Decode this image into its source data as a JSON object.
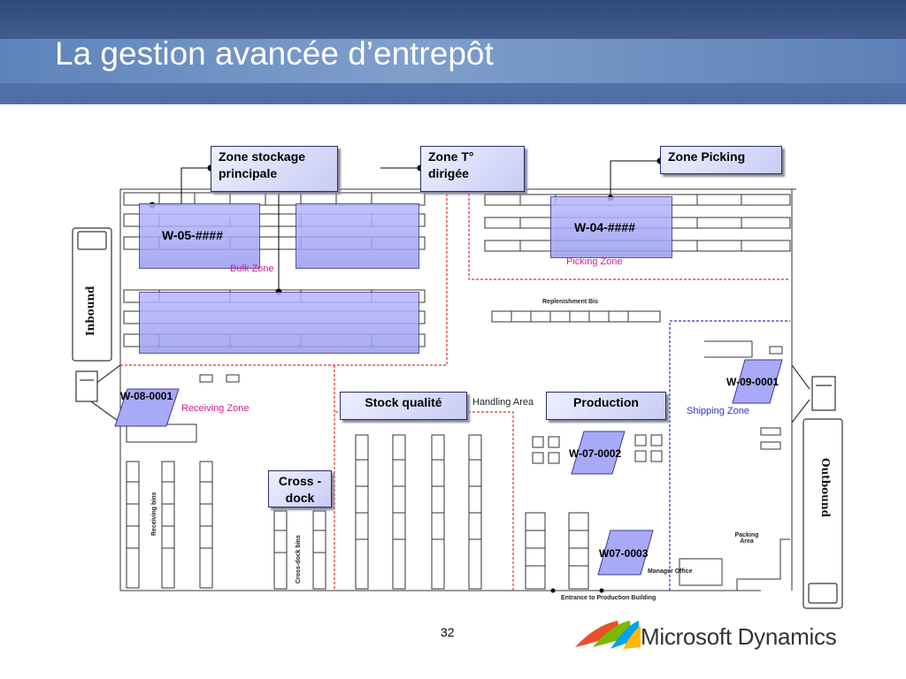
{
  "slide": {
    "title": "La gestion avancée d’entrepôt",
    "page_number": "32"
  },
  "callouts": {
    "zone_stockage": "Zone stockage principale",
    "zone_t": "Zone T° dirigée",
    "zone_picking": "Zone Picking",
    "stock_qualite": "Stock qualité",
    "production": "Production",
    "cross_dock": "Cross -dock"
  },
  "locations": {
    "w05": "W-05-####",
    "w04": "W-04-####",
    "w08": "W-08-0001",
    "w09": "W-09-0001",
    "w07_0002": "W-07-0002",
    "w07_0003": "W07-0003"
  },
  "floor_plan": {
    "bulk_zone": "Bulk Zone",
    "picking_zone": "Picking Zone",
    "replenishment": "Replenishment Bis",
    "receiving_zone": "Receiving Zone",
    "handling_area": "Handling Area",
    "shipping_zone": "Shipping Zone",
    "packing_area": "Packing Area",
    "manager_office": "Manager Office",
    "entrance": "Entrance to Production Building",
    "receiving_bins": "Receiving bins",
    "cross_dock_bins": "Cross-dock bins",
    "inbound": "Inbound",
    "outbound": "Outbound"
  },
  "colors": {
    "zone_pink": "#d0208a",
    "zone_blue": "#3030c0",
    "zone_red": "#e03030",
    "block_fill": "#a8aaf8"
  },
  "brand": {
    "logo_text": "Microsoft Dynamics"
  }
}
